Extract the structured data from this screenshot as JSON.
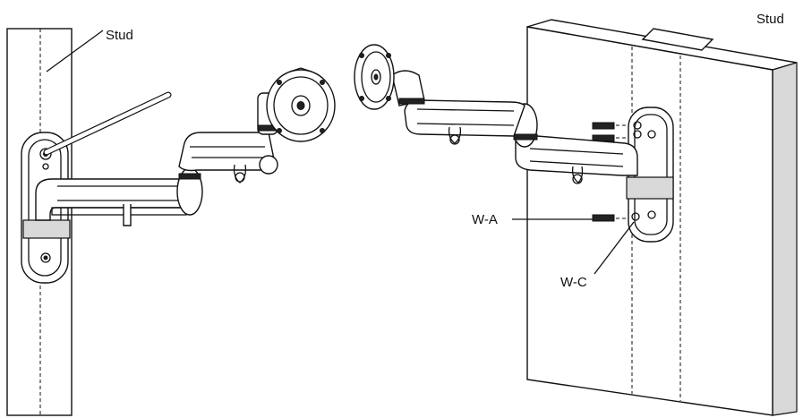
{
  "labels": {
    "stud_left": "Stud",
    "stud_right": "Stud",
    "w_a": "W-A",
    "w_c": "W-C"
  }
}
